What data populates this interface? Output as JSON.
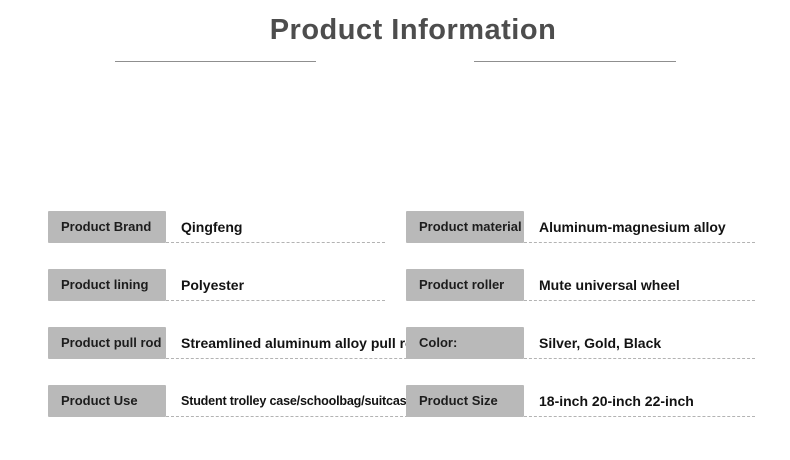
{
  "page": {
    "title": "Product Information"
  },
  "specs": {
    "rows": [
      {
        "label": "Product Brand",
        "value": "Qingfeng"
      },
      {
        "label": "Product material",
        "value": "Aluminum-magnesium alloy"
      },
      {
        "label": "Product lining",
        "value": "Polyester"
      },
      {
        "label": "Product roller",
        "value": "Mute universal wheel"
      },
      {
        "label": "Product pull rod",
        "value": "Streamlined aluminum alloy pull rod"
      },
      {
        "label": "Color:",
        "value": "Silver, Gold, Black"
      },
      {
        "label": "Product Use",
        "value": "Student trolley case/schoolbag/suitcase"
      },
      {
        "label": "Product Size",
        "value": "18-inch 20-inch 22-inch"
      }
    ]
  },
  "colors": {
    "label_background": "#b9b9b9",
    "title_text": "#4d4d4d",
    "divider_line": "#8f8f8f",
    "dashed_underline": "#b3b3b3",
    "value_text": "#131313"
  }
}
